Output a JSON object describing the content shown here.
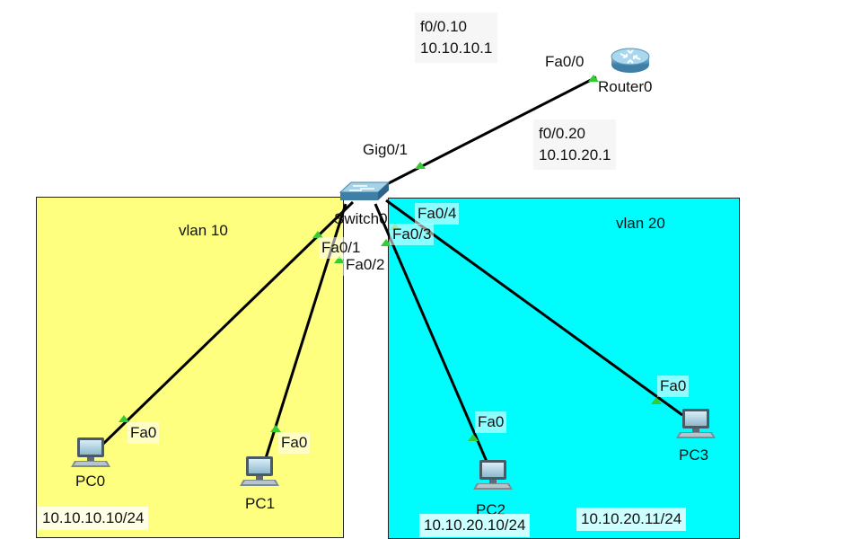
{
  "zones": {
    "vlan10": {
      "label": "vlan 10",
      "color": "#fefe7f"
    },
    "vlan20": {
      "label": "vlan 20",
      "color": "#00fdfe"
    }
  },
  "router": {
    "name": "Router0",
    "port": "Fa0/0",
    "subinterfaces": [
      {
        "iface": "f0/0.10",
        "ip": "10.10.10.1"
      },
      {
        "iface": "f0/0.20",
        "ip": "10.10.20.1"
      }
    ]
  },
  "switch": {
    "name": "Switch0",
    "uplink_port": "Gig0/1",
    "ports": [
      "Fa0/1",
      "Fa0/2",
      "Fa0/3",
      "Fa0/4"
    ]
  },
  "pcs": [
    {
      "name": "PC0",
      "port": "Fa0",
      "ip": "10.10.10.10/24"
    },
    {
      "name": "PC1",
      "port": "Fa0",
      "ip": ""
    },
    {
      "name": "PC2",
      "port": "Fa0",
      "ip": "10.10.20.10/24"
    },
    {
      "name": "PC3",
      "port": "Fa0",
      "ip": "10.10.20.11/24"
    }
  ],
  "link_indicator_color": "#33cc33"
}
